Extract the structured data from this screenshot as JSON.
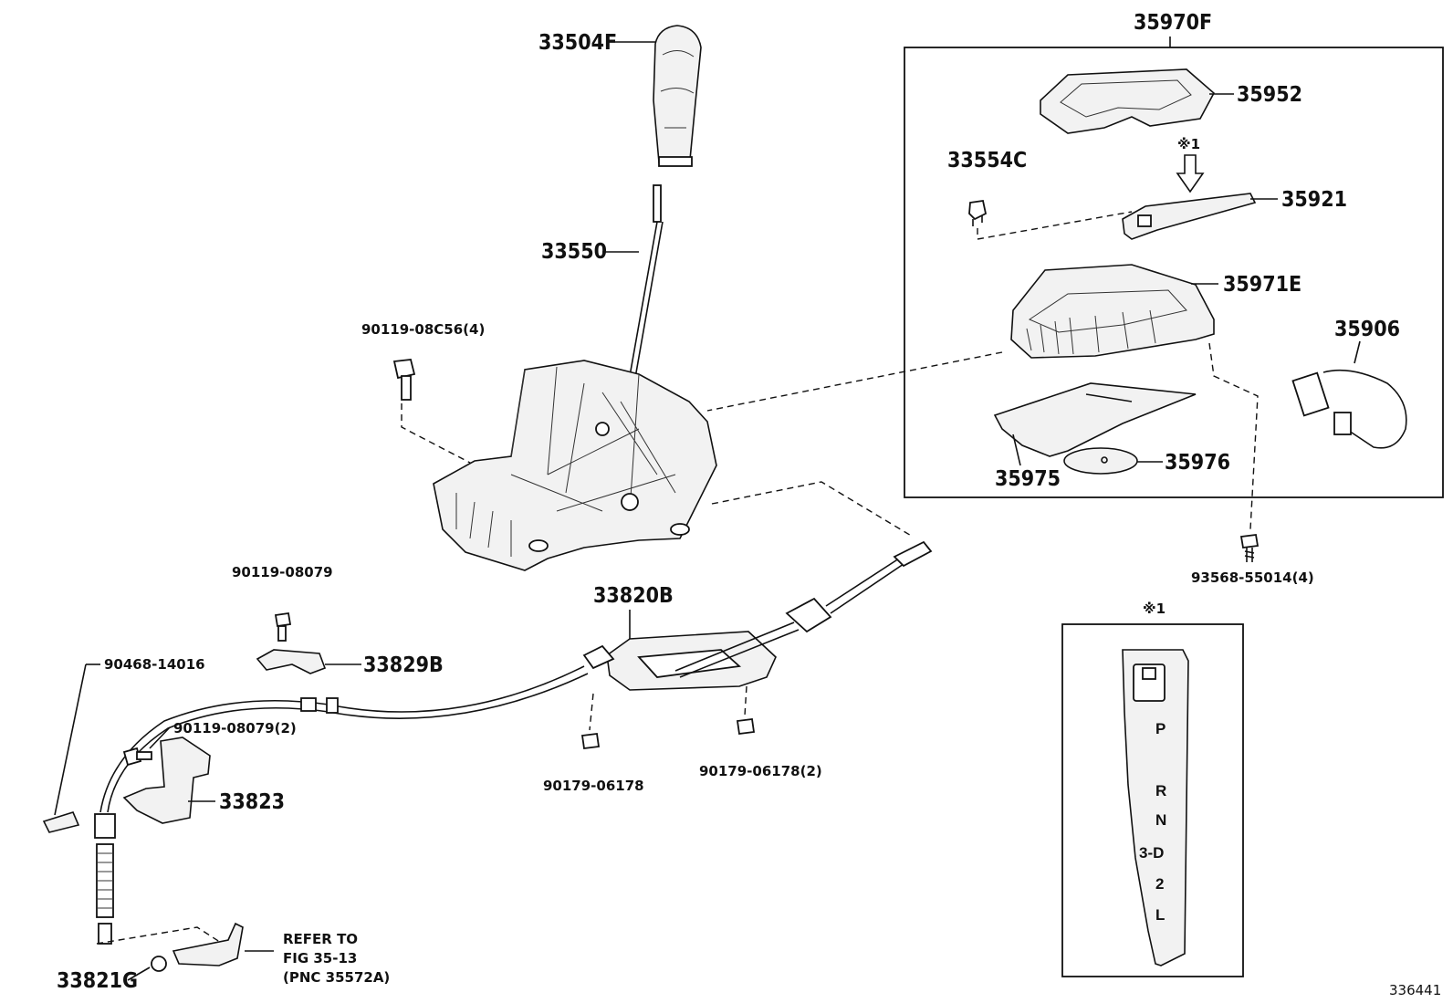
{
  "labels": {
    "knob": "33504F",
    "lever": "33550",
    "bolt_a": "90119-08C56(4)",
    "group_box": "35970F",
    "bezel": "35952",
    "clip": "33554C",
    "indicator": "35921",
    "housing": "35971E",
    "harness": "35906",
    "slide": "35975",
    "plate": "35976",
    "screw": "93568-55014(4)",
    "bolt_b": "90119-08079",
    "cable": "33820B",
    "bracket_b": "33829B",
    "clip_b": "90468-14016",
    "bolt_c": "90119-08079(2)",
    "bracket": "33823",
    "nut_a": "90179-06178",
    "nut_b": "90179-06178(2)",
    "bushing": "33821G",
    "refer": [
      "REFER TO",
      "FIG 35-13",
      "(PNC 35572A)"
    ],
    "note_mark_top": "※1",
    "note_mark_inset": "※1",
    "diagram_id": "336441"
  },
  "inset": {
    "gears": [
      "P",
      "R",
      "N",
      "3-D",
      "2",
      "L"
    ]
  }
}
